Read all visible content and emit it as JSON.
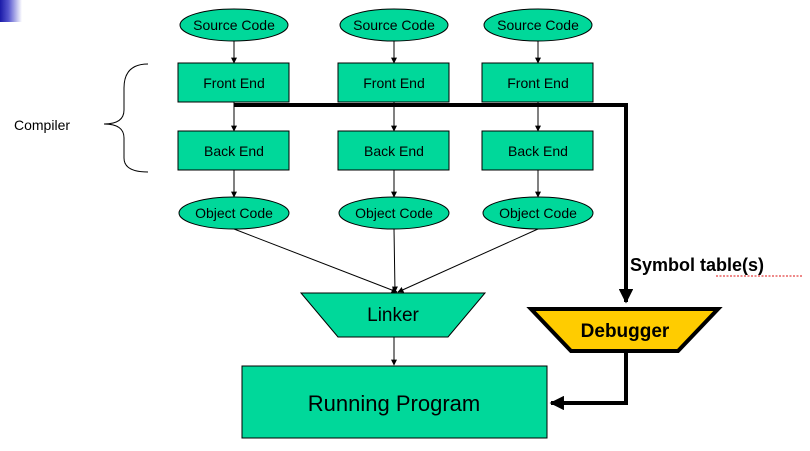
{
  "labels": {
    "source_code": "Source Code",
    "front_end": "Front End",
    "back_end": "Back End",
    "object_code": "Object Code",
    "compiler": "Compiler",
    "linker": "Linker",
    "running_program": "Running Program",
    "debugger": "Debugger",
    "symbol_tables": "Symbol table(s)"
  },
  "colors": {
    "node_fill": "#00d89a",
    "debugger_fill": "#ffcc00",
    "stroke": "#000000"
  }
}
